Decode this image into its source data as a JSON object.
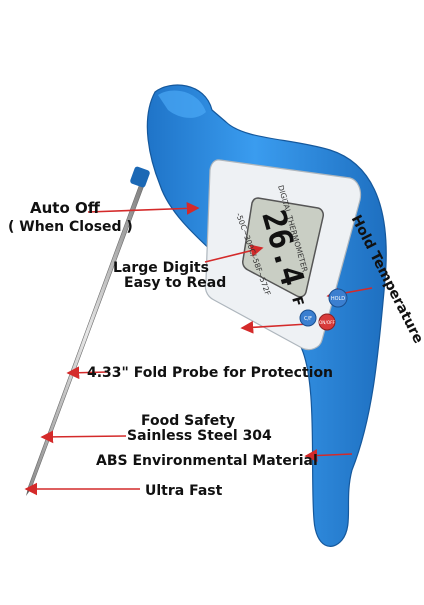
{
  "product": {
    "device_text": "DIGITAL THERMOMETER",
    "range_text": "-50C~300C/-58F~572F",
    "display_reading": "26.4",
    "display_unit": "F",
    "button_hold": "HOLD",
    "button_c_f": "C/F",
    "button_on_off": "ON/OFF"
  },
  "callouts": {
    "auto_off_line1": "Auto Off",
    "auto_off_line2": "( When Closed )",
    "large_digits_line1": "Large Digits",
    "large_digits_line2": "Easy to Read",
    "hold_temperature": "Hold Temperature",
    "fold_probe": "4.33\" Fold Probe for Protection",
    "food_safety_line1": "Food Safety",
    "food_safety_line2": "Sainless Steel 304",
    "abs_material": "ABS Environmental Material",
    "ultra_fast": "Ultra Fast"
  },
  "colors": {
    "body_blue": "#2f8fe3",
    "body_dark": "#1b68b5",
    "arrow_red": "#d42a2a",
    "lcd_bg": "#c9cec4",
    "panel_bg": "#eef1f4"
  }
}
